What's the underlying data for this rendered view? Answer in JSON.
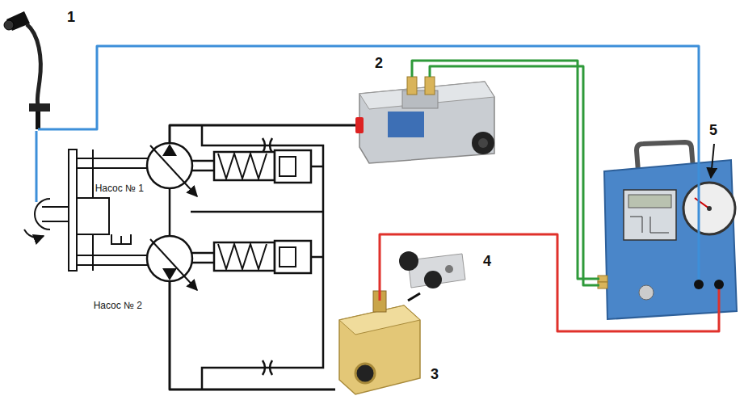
{
  "diagram": {
    "nodes": [
      {
        "text": [
          "1"
        ]
      },
      {
        "text": [
          "2"
        ]
      },
      {
        "text": [
          "Насос № 1"
        ]
      },
      {
        "text": [
          "Насос № 2"
        ]
      },
      {
        "text": [
          "4"
        ]
      },
      {
        "text": [
          "3"
        ]
      },
      {
        "text": [
          "5"
        ]
      }
    ],
    "edges": [
      {
        "from": 0,
        "to": 6,
        "arrow": "none"
      },
      {
        "from": 1,
        "to": 6,
        "arrow": "none"
      },
      {
        "from": 1,
        "to": 6,
        "arrow": "none"
      },
      {
        "from": 5,
        "to": 6,
        "arrow": "none"
      },
      {
        "from": 2,
        "to": 1,
        "arrow": "none"
      },
      {
        "from": 3,
        "to": 5,
        "arrow": "none"
      },
      {
        "from": 5,
        "to": 4,
        "arrow": "none"
      }
    ]
  }
}
